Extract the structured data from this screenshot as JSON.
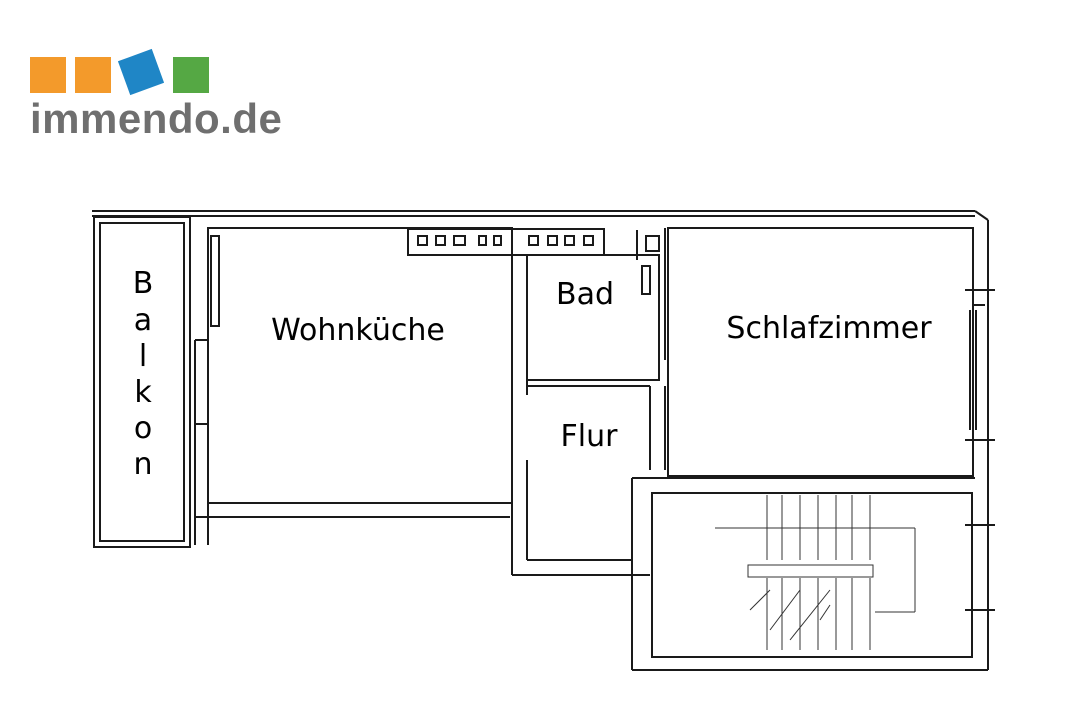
{
  "logo": {
    "text": "immendo.de",
    "square_colors": [
      "#f39a2b",
      "#f39a2b",
      "#1f86c6",
      "#55a844"
    ]
  },
  "rooms": {
    "balkon": "Balkon",
    "wohnkueche": "Wohnküche",
    "bad": "Bad",
    "flur": "Flur",
    "schlafzimmer": "Schlafzimmer"
  }
}
